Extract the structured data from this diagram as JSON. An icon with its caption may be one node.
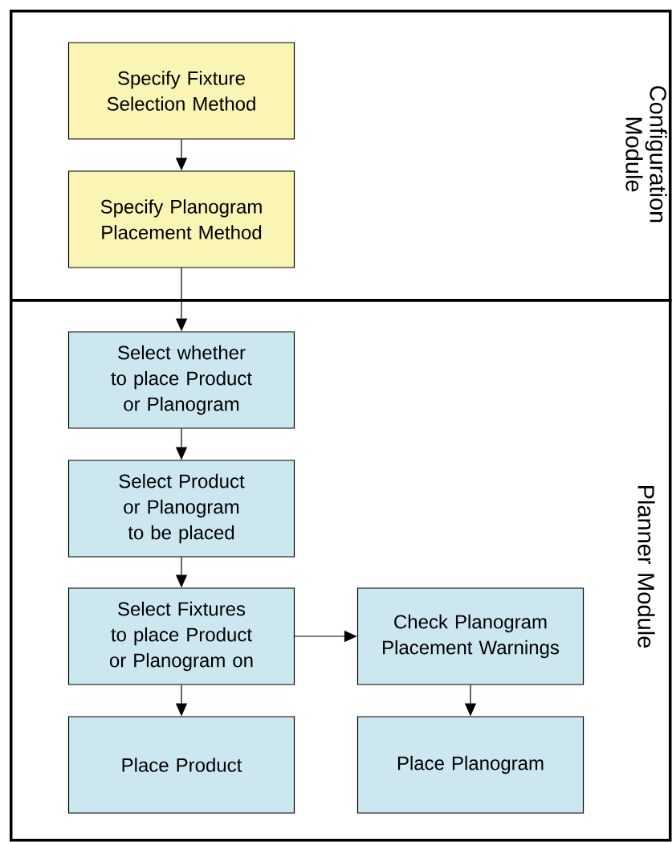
{
  "diagram": {
    "nodes": [
      {
        "text": [
          "Configuration Module"
        ]
      },
      {
        "text": [
          "Specify Fixture Selection Method"
        ],
        "in": 0
      },
      {
        "text": [
          "Specify Planogram Placement Method"
        ],
        "in": 0
      },
      {
        "text": [
          "Planner Module"
        ]
      },
      {
        "text": [
          "Select whether to place Product or Planogram"
        ],
        "in": 3
      },
      {
        "text": [
          "Select Product or Planogram to be placed"
        ],
        "in": 3
      },
      {
        "text": [
          "Select Fixtures to place Product or Planogram on"
        ],
        "in": 3
      },
      {
        "text": [
          "Check Planogram Placement Warnings"
        ],
        "in": 3
      },
      {
        "text": [
          "Place Product"
        ],
        "in": 3
      },
      {
        "text": [
          "Place Planogram"
        ],
        "in": 3
      }
    ],
    "edges": [
      {
        "from": 1,
        "to": 2,
        "arrow": "to"
      },
      {
        "from": 2,
        "to": 4,
        "arrow": "to"
      },
      {
        "from": 4,
        "to": 5,
        "arrow": "to"
      },
      {
        "from": 5,
        "to": 6,
        "arrow": "to"
      },
      {
        "from": 6,
        "to": 7,
        "arrow": "to"
      },
      {
        "from": 6,
        "to": 8,
        "arrow": "to"
      },
      {
        "from": 7,
        "to": 9,
        "arrow": "to"
      }
    ]
  }
}
